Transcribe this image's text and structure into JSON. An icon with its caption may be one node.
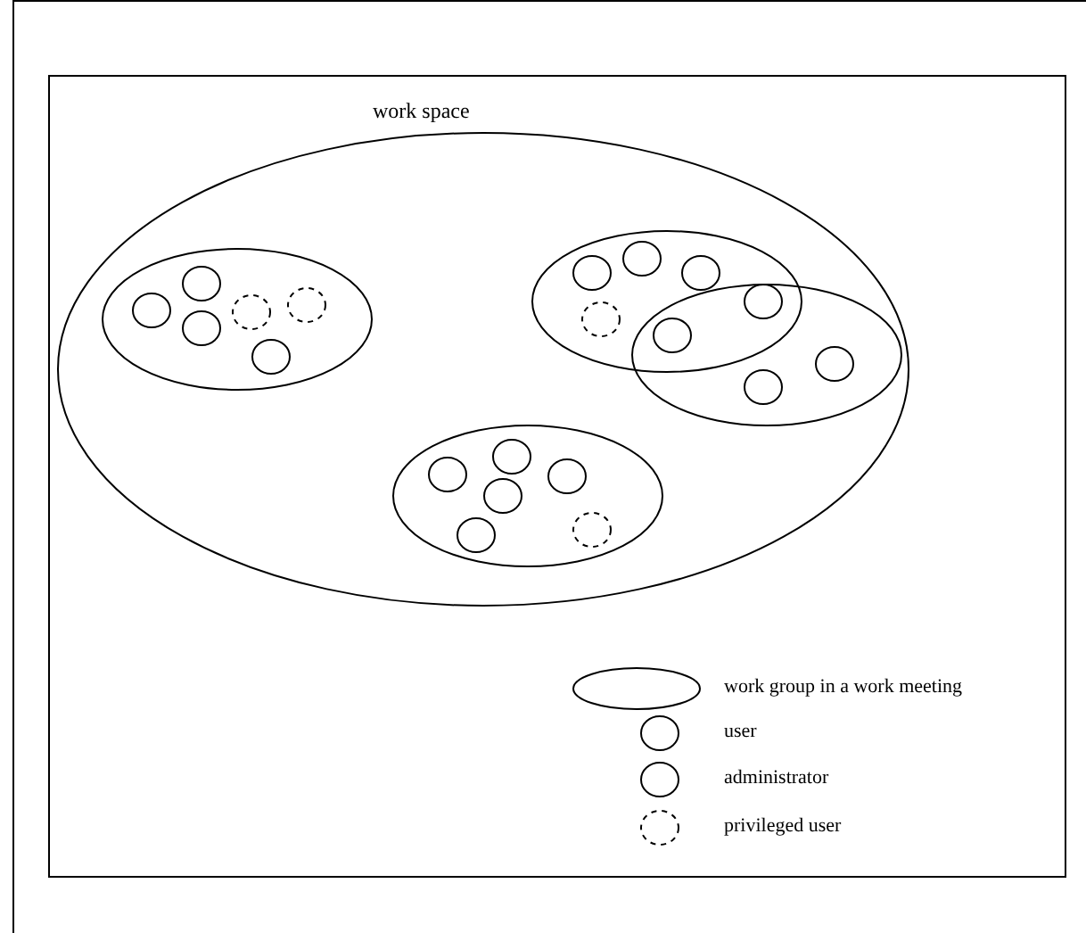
{
  "diagram": {
    "nodes": [
      {
        "text": [
          "work space"
        ]
      },
      {
        "text": [],
        "shape": "ellipse",
        "in": 0
      },
      {
        "text": [],
        "shape": "circle",
        "in": 1
      },
      {
        "text": [],
        "shape": "circle",
        "in": 1
      },
      {
        "text": [],
        "shape": "circle",
        "in": 1
      },
      {
        "text": [],
        "shape": "dashed-circle",
        "in": 1
      },
      {
        "text": [],
        "shape": "dashed-circle",
        "in": 1
      },
      {
        "text": [],
        "shape": "circle",
        "in": 1
      },
      {
        "text": [],
        "shape": "ellipse",
        "in": 0
      },
      {
        "text": [],
        "shape": "ellipse",
        "in": 0
      },
      {
        "text": [],
        "shape": "circle",
        "in": 8
      },
      {
        "text": [],
        "shape": "circle",
        "in": 8
      },
      {
        "text": [],
        "shape": "circle",
        "in": 8
      },
      {
        "text": [],
        "shape": "dashed-circle",
        "in": 8
      },
      {
        "text": [],
        "shape": "circle"
      },
      {
        "text": [],
        "shape": "circle"
      },
      {
        "text": [],
        "shape": "circle",
        "in": 9
      },
      {
        "text": [],
        "shape": "circle",
        "in": 9
      },
      {
        "text": [],
        "shape": "ellipse",
        "in": 0
      },
      {
        "text": [],
        "shape": "circle",
        "in": 18
      },
      {
        "text": [],
        "shape": "circle",
        "in": 18
      },
      {
        "text": [],
        "shape": "circle",
        "in": 18
      },
      {
        "text": [],
        "shape": "circle",
        "in": 18
      },
      {
        "text": [],
        "shape": "circle",
        "in": 18
      },
      {
        "text": [],
        "shape": "dashed-circle",
        "in": 18
      }
    ],
    "legend": [
      {
        "text": "work group in a work meeting"
      },
      {
        "text": "user"
      },
      {
        "text": "administrator"
      },
      {
        "text": "privileged user"
      }
    ]
  }
}
